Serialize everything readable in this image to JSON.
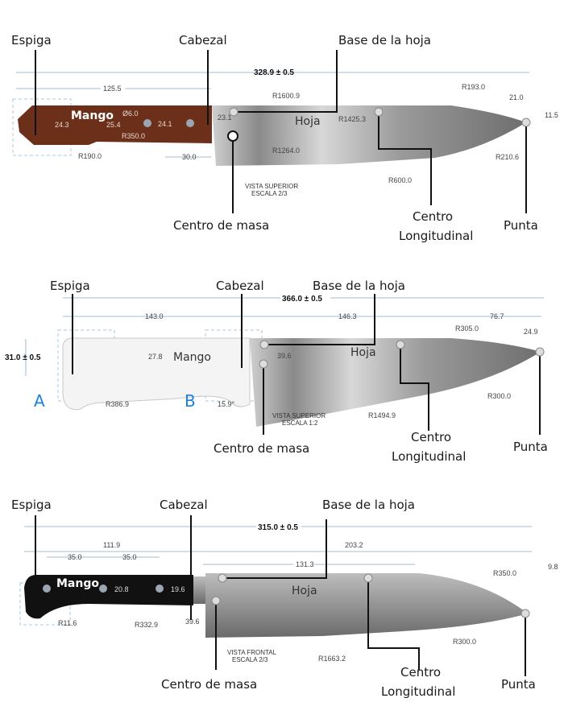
{
  "panels": [
    {
      "labels": {
        "espiga": "Espiga",
        "cabezal": "Cabezal",
        "base": "Base de la hoja",
        "centro_masa": "Centro de masa",
        "centro_long_1": "Centro",
        "centro_long_2": "Longitudinal",
        "punta": "Punta"
      },
      "parts": {
        "mango": "Mango",
        "hoja": "Hoja"
      },
      "view": [
        "VISTA SUPERIOR",
        "ESCALA 2/3"
      ],
      "dims": {
        "total": "328.9 ± 0.5",
        "handle": "125.5",
        "d1": "R1600.9",
        "d2": "R193.0",
        "d3": "21.0",
        "d4": "11.5",
        "d5": "R1425.3",
        "d6": "R1264.0",
        "d7": "R210.6",
        "d8": "R600.0",
        "d9": "24.3",
        "d10": "25.4",
        "d11": "Ø6.0",
        "d12": "24.1",
        "d13": "R350.0",
        "d14": "R190.0",
        "d15": "30.0",
        "d16": "23.1"
      },
      "colors": {
        "handle": "#6b2f1a"
      }
    },
    {
      "labels": {
        "espiga": "Espiga",
        "cabezal": "Cabezal",
        "base": "Base de la hoja",
        "centro_masa": "Centro de masa",
        "centro_long_1": "Centro",
        "centro_long_2": "Longitudinal",
        "punta": "Punta"
      },
      "parts": {
        "mango": "Mango",
        "hoja": "Hoja"
      },
      "view": [
        "VISTA SUPERIOR",
        "ESCALA 1:2"
      ],
      "sections": {
        "a": "A",
        "b": "B"
      },
      "dims": {
        "total": "366.0 ± 0.5",
        "handle": "143.0",
        "blade": "146.3",
        "tip": "76.7",
        "height": "31.0 ± 0.5",
        "d1": "R305.0",
        "d2": "24.9",
        "d3": "27.8",
        "d4": "39.6",
        "d5": "R386.9",
        "d6": "15.9°",
        "d7": "R1494.9",
        "d8": "R300.0"
      },
      "colors": {
        "handle": "#f2f2f2",
        "section": "#1e7fe0"
      }
    },
    {
      "labels": {
        "espiga": "Espiga",
        "cabezal": "Cabezal",
        "base": "Base de la hoja",
        "centro_masa": "Centro de masa",
        "centro_long_1": "Centro",
        "centro_long_2": "Longitudinal",
        "punta": "Punta"
      },
      "parts": {
        "mango": "Mango",
        "hoja": "Hoja"
      },
      "view": [
        "VISTA FRONTAL",
        "ESCALA 2/3"
      ],
      "dims": {
        "total": "315.0 ± 0.5",
        "handle": "111.9",
        "blade": "203.2",
        "p1": "35.0",
        "p2": "35.0",
        "cm": "131.3",
        "d1": "R350.0",
        "d2": "9.8",
        "d3": "20.8",
        "d4": "19.6",
        "d5": "R11.6",
        "d6": "R332.9",
        "d7": "39.6",
        "d8": "R1663.2",
        "d9": "R300.0"
      },
      "colors": {
        "handle": "#111111"
      }
    }
  ]
}
